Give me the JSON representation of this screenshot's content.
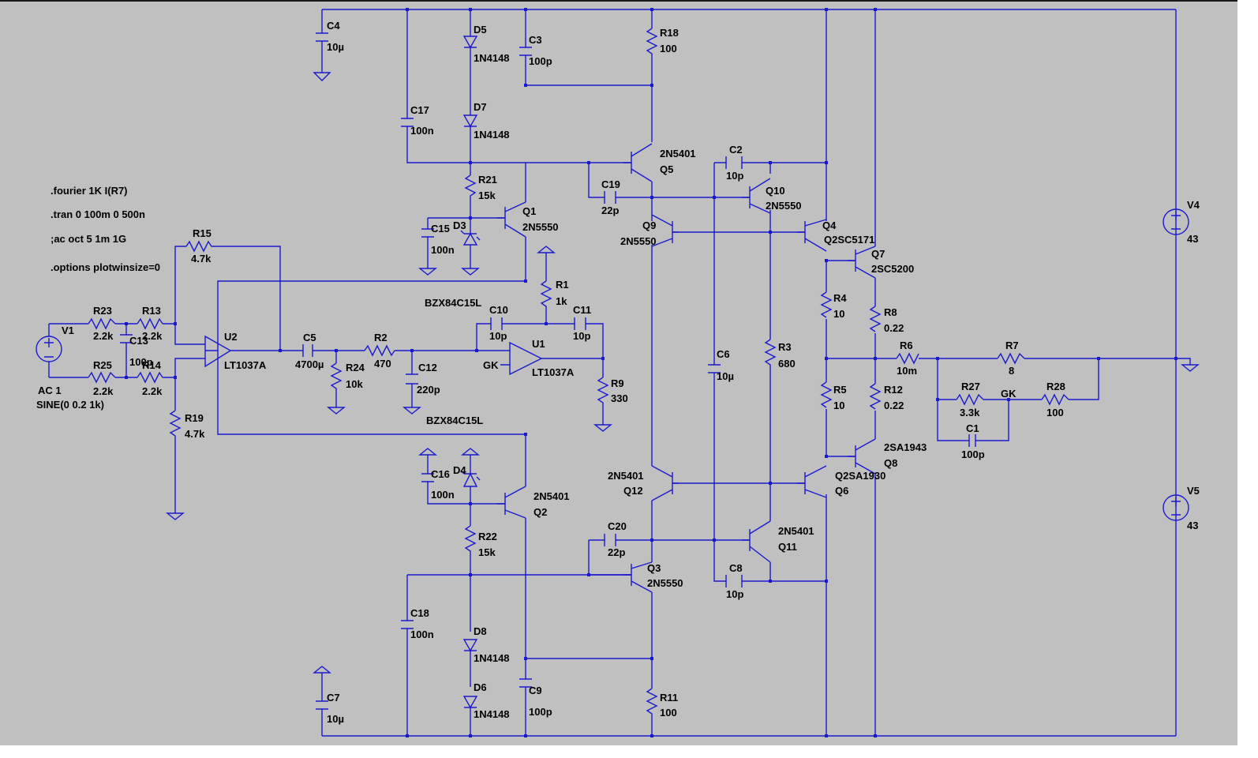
{
  "directives": [
    ".fourier 1K I(R7)",
    ".tran 0 100m 0 500n",
    ";ac oct 5 1m 1G",
    ".options plotwinsize=0"
  ],
  "source": {
    "name": "V1",
    "ac": "AC 1",
    "sine": "SINE(0 0.2 1k)"
  },
  "supplies": [
    {
      "name": "V4",
      "value": "43"
    },
    {
      "name": "V5",
      "value": "43"
    }
  ],
  "resistors": [
    {
      "name": "R18",
      "value": "100"
    },
    {
      "name": "R21",
      "value": "15k"
    },
    {
      "name": "R15",
      "value": "4.7k"
    },
    {
      "name": "R1",
      "value": "1k"
    },
    {
      "name": "R23",
      "value": "2.2k"
    },
    {
      "name": "R13",
      "value": "2.2k"
    },
    {
      "name": "R25",
      "value": "2.2k"
    },
    {
      "name": "R14",
      "value": "2.2k"
    },
    {
      "name": "R19",
      "value": "4.7k"
    },
    {
      "name": "R2",
      "value": "470"
    },
    {
      "name": "R24",
      "value": "10k"
    },
    {
      "name": "R9",
      "value": "330"
    },
    {
      "name": "R22",
      "value": "15k"
    },
    {
      "name": "R11",
      "value": "100"
    },
    {
      "name": "R3",
      "value": "680"
    },
    {
      "name": "R4",
      "value": "10"
    },
    {
      "name": "R5",
      "value": "10"
    },
    {
      "name": "R8",
      "value": "0.22"
    },
    {
      "name": "R12",
      "value": "0.22"
    },
    {
      "name": "R6",
      "value": "10m"
    },
    {
      "name": "R7",
      "value": "8"
    },
    {
      "name": "R27",
      "value": "3.3k"
    },
    {
      "name": "R28",
      "value": "100"
    }
  ],
  "capacitors": [
    {
      "name": "C4",
      "value": "10µ"
    },
    {
      "name": "C3",
      "value": "100p"
    },
    {
      "name": "C17",
      "value": "100n"
    },
    {
      "name": "C15",
      "value": "100n"
    },
    {
      "name": "C19",
      "value": "22p"
    },
    {
      "name": "C2",
      "value": "10p"
    },
    {
      "name": "C10",
      "value": "10p"
    },
    {
      "name": "C11",
      "value": "10p"
    },
    {
      "name": "C13",
      "value": "100p"
    },
    {
      "name": "C5",
      "value": "4700µ"
    },
    {
      "name": "C12",
      "value": "220p"
    },
    {
      "name": "C6",
      "value": "10µ"
    },
    {
      "name": "C16",
      "value": "100n"
    },
    {
      "name": "C20",
      "value": "22p"
    },
    {
      "name": "C8",
      "value": "10p"
    },
    {
      "name": "C18",
      "value": "100n"
    },
    {
      "name": "C9",
      "value": "100p"
    },
    {
      "name": "C7",
      "value": "10µ"
    },
    {
      "name": "C1",
      "value": "100p"
    }
  ],
  "diodes": [
    {
      "name": "D5",
      "value": "1N4148"
    },
    {
      "name": "D7",
      "value": "1N4148"
    },
    {
      "name": "D3",
      "value": ""
    },
    {
      "name": "D4",
      "value": ""
    },
    {
      "name": "D8",
      "value": "1N4148"
    },
    {
      "name": "D6",
      "value": "1N4148"
    }
  ],
  "zener_labels": [
    "BZX84C15L",
    "BZX84C15L"
  ],
  "transistors": [
    {
      "name": "Q5",
      "model": "2N5401"
    },
    {
      "name": "Q1",
      "model": "2N5550"
    },
    {
      "name": "Q9",
      "model": "2N5550"
    },
    {
      "name": "Q10",
      "model": "2N5550"
    },
    {
      "name": "Q4",
      "model": "Q2SC5171"
    },
    {
      "name": "Q7",
      "model": "2SC5200"
    },
    {
      "name": "Q2",
      "model": "2N5401"
    },
    {
      "name": "Q12",
      "model": "2N5401"
    },
    {
      "name": "Q6",
      "model": "Q2SA1930"
    },
    {
      "name": "Q8",
      "model": "2SA1943"
    },
    {
      "name": "Q11",
      "model": "2N5401"
    },
    {
      "name": "Q3",
      "model": "2N5550"
    }
  ],
  "opamps": [
    {
      "name": "U2",
      "model": "LT1037A"
    },
    {
      "name": "U1",
      "model": "LT1037A"
    }
  ],
  "net_labels": [
    "GK",
    "GK"
  ],
  "colors": {
    "wire": "#1a1acd",
    "background": "#c0c0c0",
    "text": "#000000"
  }
}
